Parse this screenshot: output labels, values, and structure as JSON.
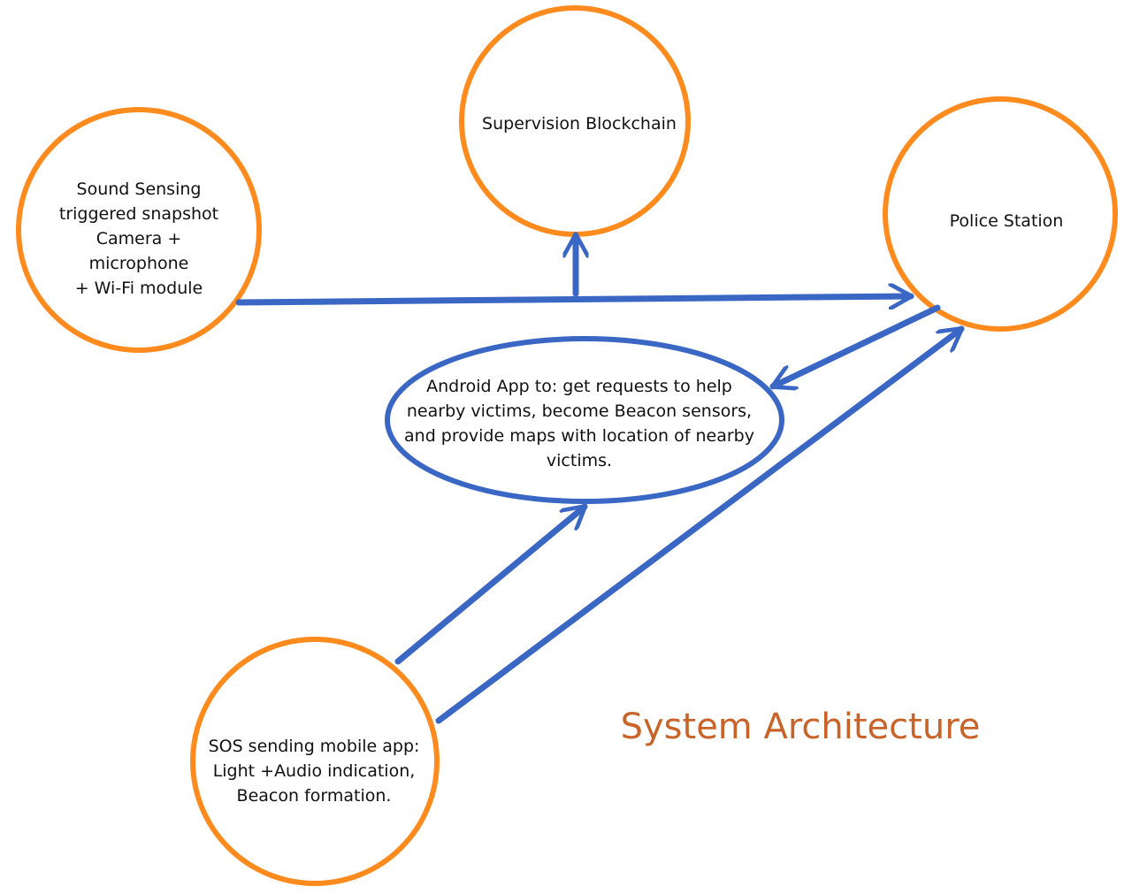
{
  "diagram": {
    "title": "System Architecture",
    "nodes": {
      "supervision_blockchain": {
        "label": "Supervision Blockchain",
        "shape": "circle"
      },
      "sound_sensing": {
        "label": "Sound Sensing\ntriggered snapshot\nCamera +\nmicrophone\n+ Wi-Fi module",
        "shape": "circle"
      },
      "police_station": {
        "label": "Police Station",
        "shape": "circle"
      },
      "android_app": {
        "label": "Android App to: get requests to help\nnearby victims, become Beacon sensors,\nand provide maps with location of nearby\nvictims.",
        "shape": "ellipse"
      },
      "sos_app": {
        "label": "SOS sending mobile app:\nLight +Audio indication,\nBeacon formation.",
        "shape": "circle"
      }
    },
    "edges": [
      {
        "from": "sound_sensing",
        "to": "police_station"
      },
      {
        "from": "sound_sensing",
        "to": "supervision_blockchain"
      },
      {
        "from": "police_station",
        "to": "android_app"
      },
      {
        "from": "sos_app",
        "to": "android_app"
      },
      {
        "from": "sos_app",
        "to": "police_station"
      }
    ]
  },
  "colors": {
    "node_border": "#FF8A1D",
    "ellipse_border": "#3A66C4",
    "arrow": "#3A66C4",
    "title": "#C8642A",
    "text": "#111111"
  }
}
